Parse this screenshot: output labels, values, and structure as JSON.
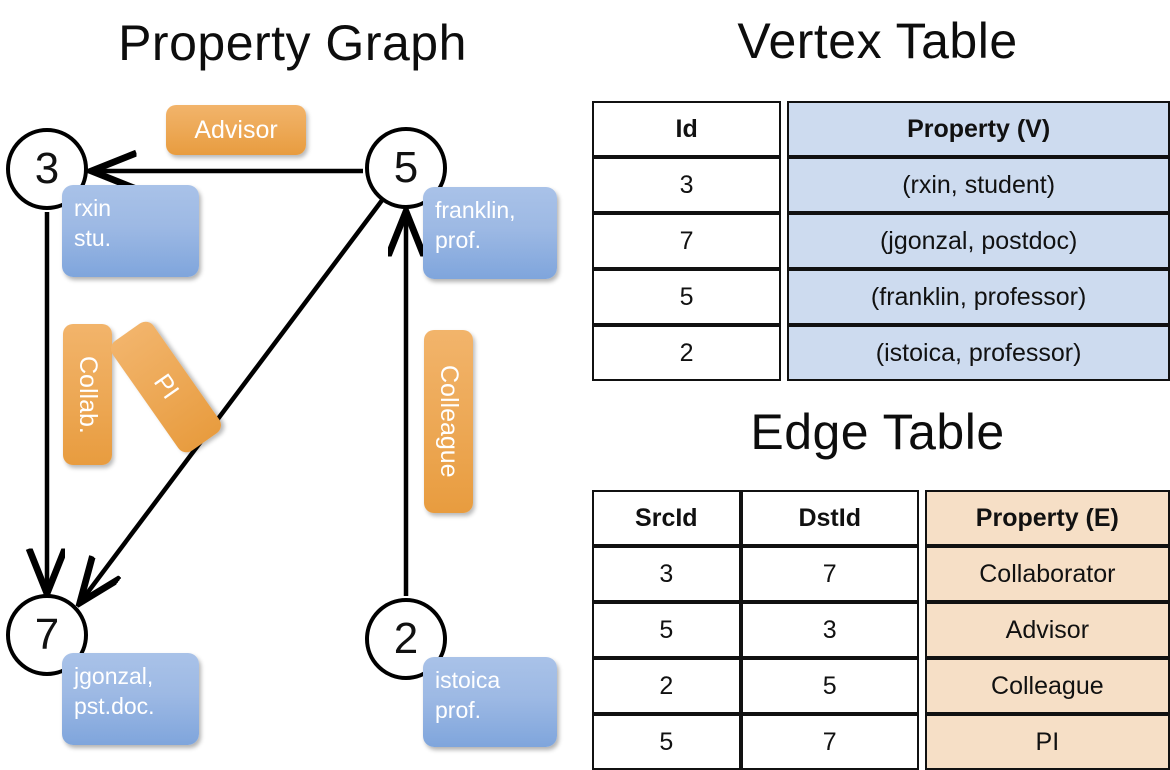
{
  "titles": {
    "property_graph": "Property Graph",
    "vertex_table": "Vertex Table",
    "edge_table": "Edge Table"
  },
  "graph": {
    "nodes": [
      {
        "id": "3",
        "property_lines": [
          "rxin",
          "stu."
        ]
      },
      {
        "id": "5",
        "property_lines": [
          "franklin,",
          "prof."
        ]
      },
      {
        "id": "7",
        "property_lines": [
          "jgonzal,",
          "pst.doc."
        ]
      },
      {
        "id": "2",
        "property_lines": [
          "istoica",
          "prof."
        ]
      }
    ],
    "edge_labels": {
      "advisor": "Advisor",
      "collab": "Collab.",
      "pi": "PI",
      "colleague": "Colleague"
    },
    "edges": [
      {
        "from": "5",
        "to": "3",
        "label": "Advisor"
      },
      {
        "from": "3",
        "to": "7",
        "label": "Collab."
      },
      {
        "from": "5",
        "to": "7",
        "label": "PI"
      },
      {
        "from": "2",
        "to": "5",
        "label": "Colleague"
      }
    ],
    "colors": {
      "vertex_property_box": "#9db9e4",
      "edge_property_badge": "#eda957",
      "node_stroke": "#000000"
    }
  },
  "vertex_table": {
    "headers": [
      "Id",
      "Property (V)"
    ],
    "rows": [
      {
        "id": "3",
        "property": "(rxin, student)"
      },
      {
        "id": "7",
        "property": "(jgonzal, postdoc)"
      },
      {
        "id": "5",
        "property": "(franklin, professor)"
      },
      {
        "id": "2",
        "property": "(istoica, professor)"
      }
    ],
    "property_column_color": "#cddbef"
  },
  "edge_table": {
    "headers": [
      "SrcId",
      "DstId",
      "Property (E)"
    ],
    "rows": [
      {
        "src": "3",
        "dst": "7",
        "property": "Collaborator"
      },
      {
        "src": "5",
        "dst": "3",
        "property": "Advisor"
      },
      {
        "src": "2",
        "dst": "5",
        "property": "Colleague"
      },
      {
        "src": "5",
        "dst": "7",
        "property": "PI"
      }
    ],
    "property_column_color": "#f6dfc6"
  }
}
